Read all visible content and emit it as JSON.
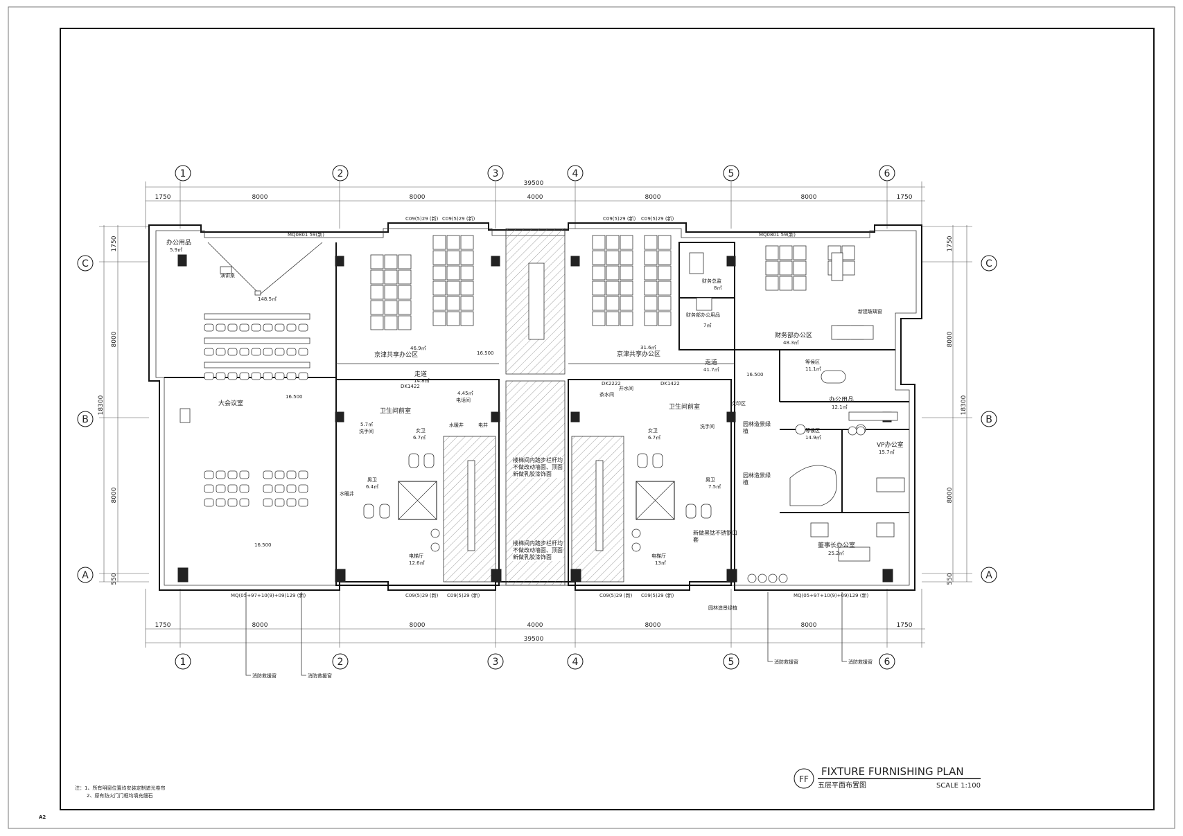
{
  "sheet": {
    "id": "A2",
    "title_en": "FIXTURE FURNISHING PLAN",
    "title_cn": "五层平面布置图",
    "scale": "SCALE 1:100",
    "badge": "FF",
    "notes": [
      "注：1、所有明窗位置均安装定制遮光卷帘",
      "2、原有防火门门框均填充细石"
    ]
  },
  "axes": {
    "columns": [
      "1",
      "2",
      "3",
      "4",
      "5",
      "6"
    ],
    "rows": [
      "C",
      "B",
      "A"
    ]
  },
  "dimensions": {
    "total": "39500",
    "segments": [
      "1750",
      "8000",
      "8000",
      "4000",
      "8000",
      "8000",
      "1750"
    ],
    "vertical_total": "18300",
    "vertical_segments": [
      "1750",
      "8000",
      "8000",
      "550"
    ]
  },
  "rooms": {
    "office_supplies_left": "办公用品",
    "office_supplies_left_area": "5.9㎡",
    "podium": "演讲桌",
    "conference_area": "148.5㎡",
    "conference": "大会议室",
    "level_conf": "16.500",
    "level_conf_b": "16.500",
    "shared_office_left": "京津共享办公区",
    "shared_office_left_area": "46.9㎡",
    "level_left_office": "16.500",
    "corridor_left": "走道",
    "corridor_left_area": "14.8㎡",
    "electric_left": "电话间",
    "electric_left_area": "4.45㎡",
    "toilet_front_left": "卫生间前室",
    "wash_left": "洗手间",
    "wash_left_area": "5.7㎡",
    "female_left": "女卫",
    "female_left_area": "6.7㎡",
    "male_left": "男卫",
    "male_left_area": "6.4㎡",
    "water_heat_left": "水暖井",
    "water_heat_left2": "水暖井",
    "electric_shaft_left": "电井",
    "elevator_hall_left": "电梯厅",
    "elevator_hall_left_area": "12.6㎡",
    "stair_note_1": "楼梯间内踏步栏杆均不做改动墙面、顶面新做乳胶漆饰面",
    "stair_note_2": "楼梯间内踏步栏杆均不做改动墙面、顶面新做乳胶漆饰面",
    "shared_office_right": "京津共享办公区",
    "shared_office_right_area": "31.6㎡",
    "finance_chief": "财务总监",
    "finance_chief_area": "8㎡",
    "finance_supplies": "财务部办公用品",
    "finance_supplies_area": "7㎡",
    "finance_office": "财务部办公区",
    "finance_office_area": "48.3㎡",
    "new_glass": "新建玻璃窗",
    "corridor_right": "走道",
    "corridor_right_area": "41.7㎡",
    "level_right": "16.500",
    "waiting_1": "等候区",
    "waiting_1_area": "11.1㎡",
    "office_supplies_right": "办公用品",
    "office_supplies_right_area": "12.1㎡",
    "tea_room": "茶水间",
    "water_room": "开水间",
    "print_area": "文印区",
    "toilet_front_right": "卫生间前室",
    "waiting_2": "等候区",
    "waiting_2_area": "14.9㎡",
    "vp_office": "VP办公室",
    "vp_office_area": "15.7㎡",
    "chairman": "董事长办公室",
    "chairman_area": "25.2㎡",
    "garden_1": "园林造景绿植",
    "garden_2": "园林造景绿植",
    "garden_3": "园林造景绿植",
    "new_black_steel": "新做黑钛不锈钢口套",
    "female_right": "女卫",
    "female_right_area": "6.7㎡",
    "male_right": "男卫",
    "male_right_area": "7.5㎡",
    "wash_right": "洗手间",
    "elevator_hall_right": "电梯厅",
    "elevator_hall_right_area": "13㎡",
    "fire_rescue_1": "消防救援窗",
    "fire_rescue_2": "消防救援窗",
    "fire_rescue_3": "消防救援窗",
    "fire_rescue_4": "消防救援窗"
  },
  "codes": {
    "win_top_left": "MQ0801 59(新)",
    "win_top_right": "MQ0801 59(新)",
    "win_c1": "C09(5)29 (新)",
    "win_c2": "C09(5)29 (新)",
    "win_c3": "C09(5)29 (新)",
    "win_c4": "C09(5)29 (新)",
    "win_bottom_left": "MQ(05+97+10(9)+09)129 (新)",
    "win_bottom_right": "MQ(05+97+10(9)+09)129 (新)",
    "win_b1": "C09(5)29 (新)",
    "win_b2": "C09(5)29 (新)",
    "win_b3": "C09(5)29 (新)",
    "win_b4": "C09(5)29 (新)",
    "dk_left": "DK1422",
    "dk_mid": "DK2222",
    "dk_right": "DK1422"
  }
}
